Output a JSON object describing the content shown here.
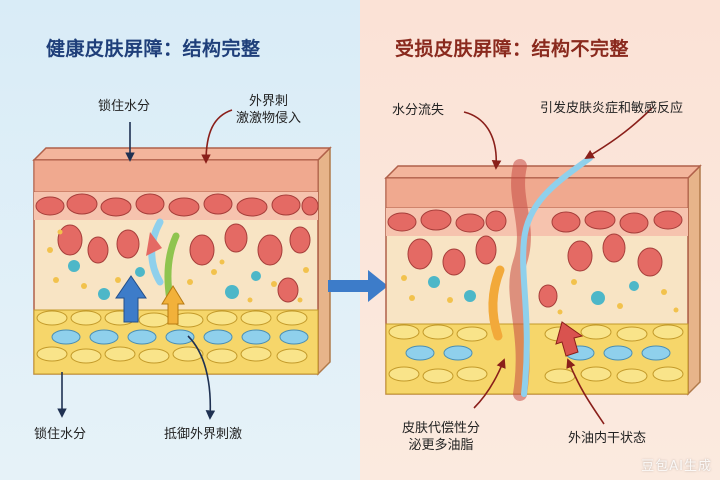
{
  "left": {
    "title": "健康皮肤屏障：结构完整",
    "label_lock_top": "锁住水分",
    "label_irritant": "外界刺\n激激物侵入",
    "label_lock_bottom": "锁住水分",
    "label_defend": "抵御外界刺激"
  },
  "right": {
    "title": "受损皮肤屏障：结构不完整",
    "label_water_loss": "水分流失",
    "label_sensitive": "引发皮肤炎症和敏感反应",
    "label_compensate": "皮肤代偿性分\n泌更多油脂",
    "label_dry": "外油内干状态"
  },
  "watermark": "豆包AI生成",
  "colors": {
    "left_bg": "#d9ecf7",
    "right_bg": "#fbe2d6",
    "left_title": "#1f3f7a",
    "right_title": "#8a2a1e",
    "top_layer": "#f0a98f",
    "red_cells": "#e46a64",
    "dermis": "#f8e4c4",
    "fat_layer": "#f6d66a",
    "blue_arrow": "#3d7cc9",
    "crack_blue": "#8fd0ec",
    "red_arrow": "#d9534f"
  }
}
